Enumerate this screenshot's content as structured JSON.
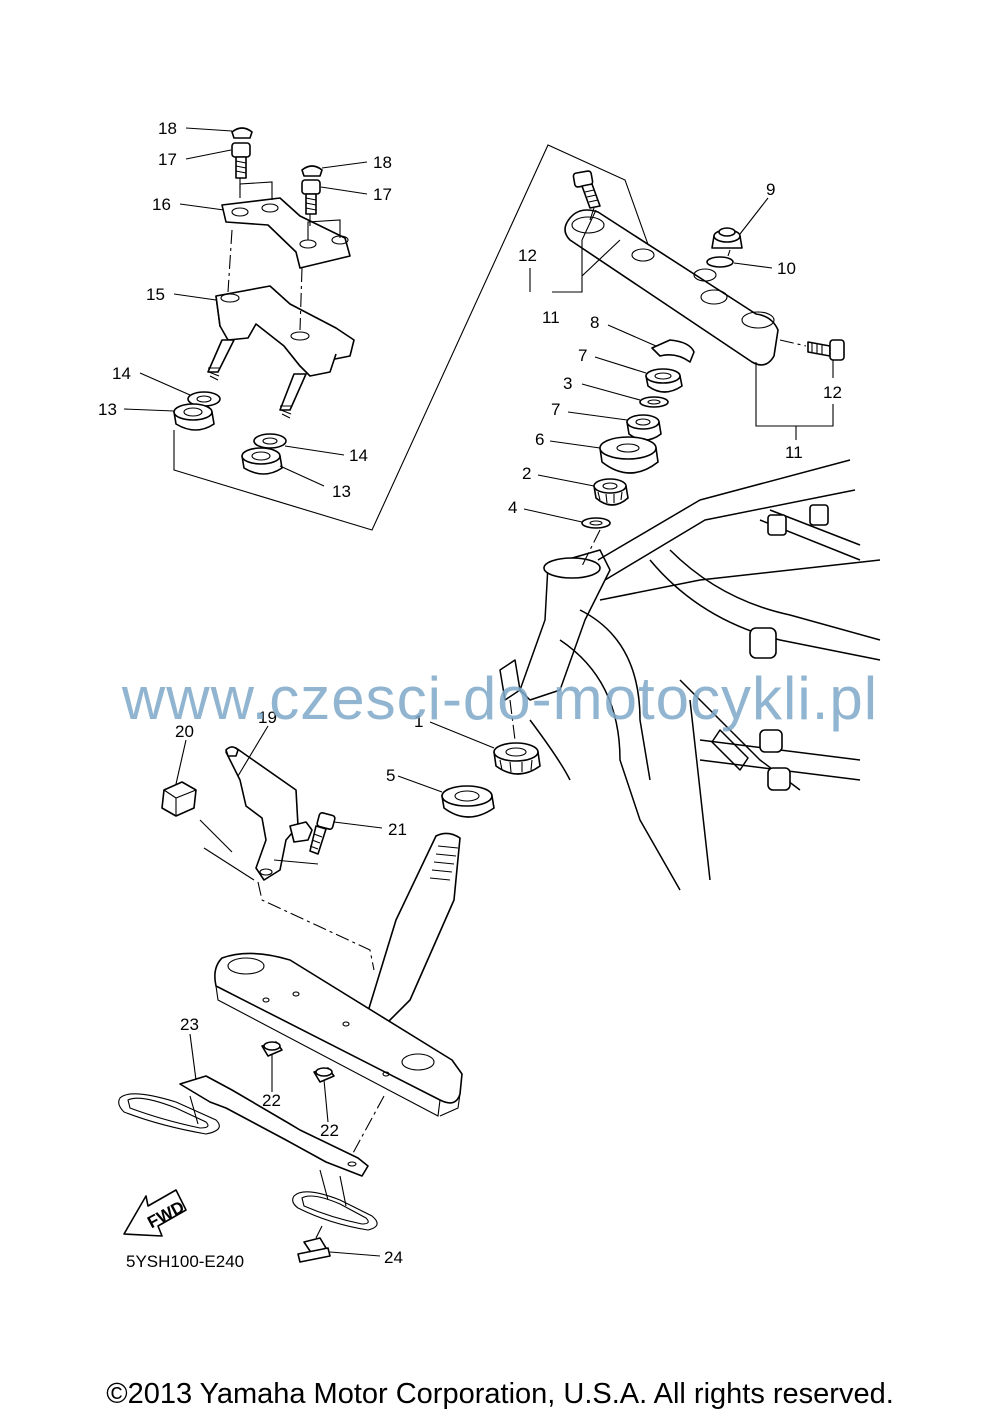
{
  "callouts": [
    {
      "id": "c18a",
      "text": "18"
    },
    {
      "id": "c17a",
      "text": "17"
    },
    {
      "id": "c18b",
      "text": "18"
    },
    {
      "id": "c17b",
      "text": "17"
    },
    {
      "id": "c16",
      "text": "16"
    },
    {
      "id": "c15",
      "text": "15"
    },
    {
      "id": "c14a",
      "text": "14"
    },
    {
      "id": "c13a",
      "text": "13"
    },
    {
      "id": "c14b",
      "text": "14"
    },
    {
      "id": "c13b",
      "text": "13"
    },
    {
      "id": "c9",
      "text": "9"
    },
    {
      "id": "c10",
      "text": "10"
    },
    {
      "id": "c12a",
      "text": "12"
    },
    {
      "id": "c11a",
      "text": "11"
    },
    {
      "id": "c8",
      "text": "8"
    },
    {
      "id": "c7a",
      "text": "7"
    },
    {
      "id": "c3",
      "text": "3"
    },
    {
      "id": "c7b",
      "text": "7"
    },
    {
      "id": "c6",
      "text": "6"
    },
    {
      "id": "c2",
      "text": "2"
    },
    {
      "id": "c4",
      "text": "4"
    },
    {
      "id": "c12b",
      "text": "12"
    },
    {
      "id": "c11b",
      "text": "11"
    },
    {
      "id": "c1",
      "text": "1"
    },
    {
      "id": "c5",
      "text": "5"
    },
    {
      "id": "c19",
      "text": "19"
    },
    {
      "id": "c20",
      "text": "20"
    },
    {
      "id": "c21",
      "text": "21"
    },
    {
      "id": "c23",
      "text": "23"
    },
    {
      "id": "c22a",
      "text": "22"
    },
    {
      "id": "c22b",
      "text": "22"
    },
    {
      "id": "c24",
      "text": "24"
    }
  ],
  "fwd_label": "FWD",
  "diagram_code": "5YSH100-E240",
  "watermark": "www.czesci-do-motocykli.pl",
  "copyright": "©2013 Yamaha Motor Corporation, U.S.A. All rights reserved."
}
